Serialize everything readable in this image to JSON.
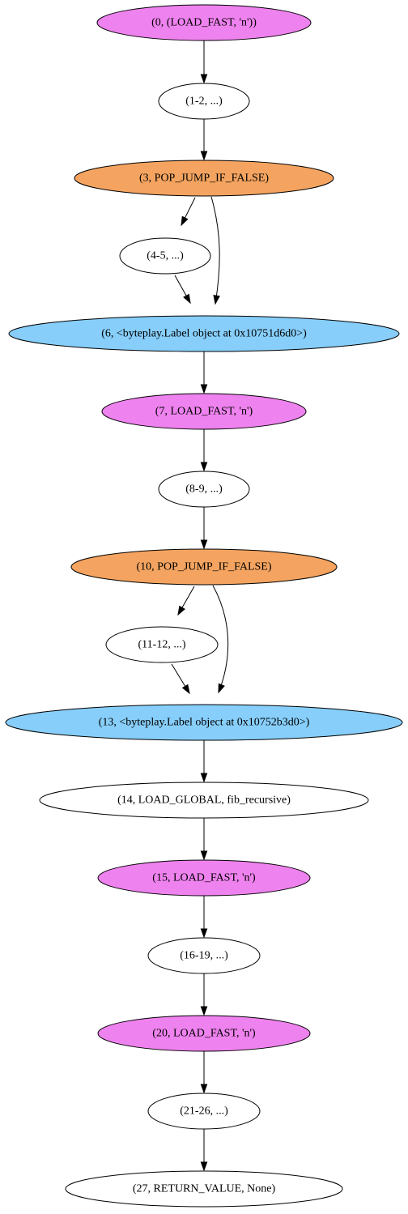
{
  "colors": {
    "load_fast": "#ee82ee",
    "pop_jump": "#f4a460",
    "label": "#87cefa",
    "plain": "#ffffff"
  },
  "nodes": [
    {
      "id": "n0",
      "label": "(0, (LOAD_FAST, 'n'))",
      "kind": "load_fast"
    },
    {
      "id": "n1",
      "label": "(1-2, ...)",
      "kind": "plain"
    },
    {
      "id": "n3",
      "label": "(3, POP_JUMP_IF_FALSE)",
      "kind": "pop_jump"
    },
    {
      "id": "n4",
      "label": "(4-5, ...)",
      "kind": "plain"
    },
    {
      "id": "n6",
      "label": "(6, <byteplay.Label object at 0x10751d6d0>)",
      "kind": "label"
    },
    {
      "id": "n7",
      "label": "(7, LOAD_FAST, 'n')",
      "kind": "load_fast"
    },
    {
      "id": "n8",
      "label": "(8-9, ...)",
      "kind": "plain"
    },
    {
      "id": "n10",
      "label": "(10, POP_JUMP_IF_FALSE)",
      "kind": "pop_jump"
    },
    {
      "id": "n11",
      "label": "(11-12, ...)",
      "kind": "plain"
    },
    {
      "id": "n13",
      "label": "(13, <byteplay.Label object at 0x10752b3d0>)",
      "kind": "label"
    },
    {
      "id": "n14",
      "label": "(14, LOAD_GLOBAL, fib_recursive)",
      "kind": "plain"
    },
    {
      "id": "n15",
      "label": "(15, LOAD_FAST, 'n')",
      "kind": "load_fast"
    },
    {
      "id": "n16",
      "label": "(16-19, ...)",
      "kind": "plain"
    },
    {
      "id": "n20",
      "label": "(20, LOAD_FAST, 'n')",
      "kind": "load_fast"
    },
    {
      "id": "n21",
      "label": "(21-26, ...)",
      "kind": "plain"
    },
    {
      "id": "n27",
      "label": "(27, RETURN_VALUE, None)",
      "kind": "plain"
    }
  ],
  "edges": [
    {
      "from": "n0",
      "to": "n1"
    },
    {
      "from": "n1",
      "to": "n3"
    },
    {
      "from": "n3",
      "to": "n4"
    },
    {
      "from": "n3",
      "to": "n6"
    },
    {
      "from": "n4",
      "to": "n6"
    },
    {
      "from": "n6",
      "to": "n7"
    },
    {
      "from": "n7",
      "to": "n8"
    },
    {
      "from": "n8",
      "to": "n10"
    },
    {
      "from": "n10",
      "to": "n11"
    },
    {
      "from": "n10",
      "to": "n13"
    },
    {
      "from": "n11",
      "to": "n13"
    },
    {
      "from": "n13",
      "to": "n14"
    },
    {
      "from": "n14",
      "to": "n15"
    },
    {
      "from": "n15",
      "to": "n16"
    },
    {
      "from": "n16",
      "to": "n20"
    },
    {
      "from": "n20",
      "to": "n21"
    },
    {
      "from": "n21",
      "to": "n27"
    }
  ]
}
